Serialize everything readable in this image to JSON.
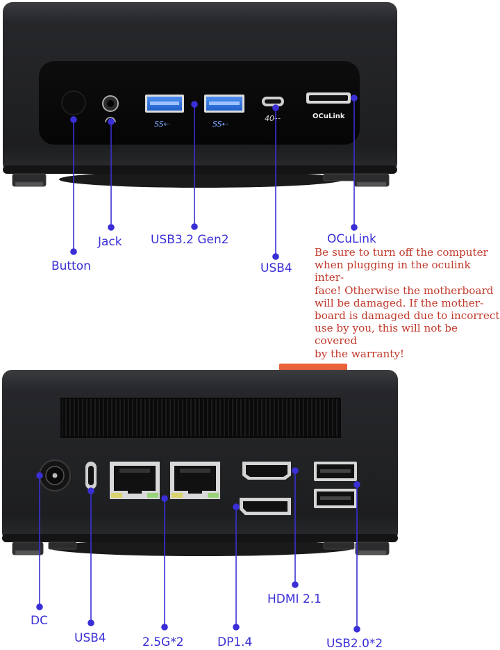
{
  "front_labels": {
    "button": "Button",
    "jack": "Jack",
    "usb32": "USB3.2 Gen2",
    "usb4": "USB4",
    "oculink": "OCuLink"
  },
  "oculink_warning": "Be sure to turn off the computer\nwhen plugging in the oculink inter-\nface! Otherwise the motherboard\nwill be damaged. If the mother-\nboard is damaged due to incorrect\nuse by you, this will not be covered\nby the warranty!",
  "port_marks": {
    "ss_logo": "SS⇠",
    "usb4_40": "40⇠",
    "oculink_port": "OCuLink"
  },
  "back_labels": {
    "dc": "DC",
    "usb4": "USB4",
    "lan": "2.5G*2",
    "dp": "DP1.4",
    "hdmi": "HDMI 2.1",
    "usb20": "USB2.0*2"
  },
  "colors": {
    "annotation": "#3a2fd6",
    "warning": "#c0392b",
    "chassis": "#26272a",
    "accent_tab": "#e8623a"
  },
  "icons": [
    "power-button-icon",
    "headphone-icon",
    "usb-a-port-icon",
    "usb-c-port-icon",
    "ethernet-port-icon",
    "hdmi-port-icon",
    "displayport-port-icon"
  ]
}
